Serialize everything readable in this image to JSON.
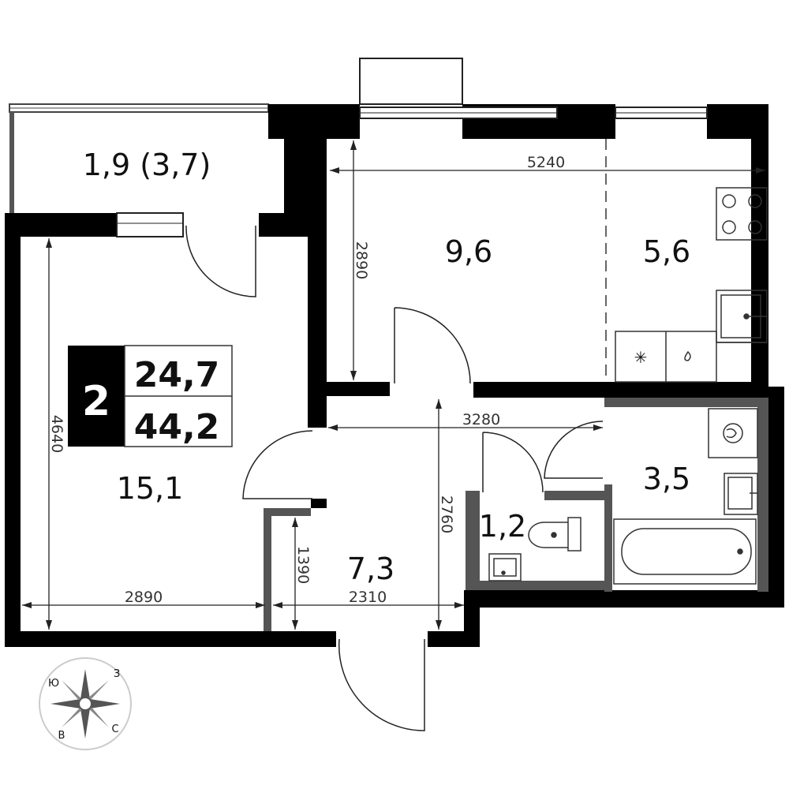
{
  "badge": {
    "rooms": "2",
    "living_area": "24,7",
    "total_area": "44,2"
  },
  "rooms": {
    "balcony": "1,9 (3,7)",
    "living_room": "9,6",
    "kitchen": "5,6",
    "bedroom": "15,1",
    "hallway": "7,3",
    "bathroom": "3,5",
    "toilet": "1,2"
  },
  "dimensions": {
    "top_width": "5240",
    "living_height": "2890",
    "bedroom_height": "4640",
    "bedroom_width": "2890",
    "hall_width": "3280",
    "hall_height": "2760",
    "entry_height": "1390",
    "entry_width": "2310"
  },
  "compass": {
    "north": "С",
    "south": "Ю",
    "east": "В",
    "west": "З"
  },
  "colors": {
    "wall": "#000000",
    "partition": "#555555",
    "fixture": "#333333"
  }
}
